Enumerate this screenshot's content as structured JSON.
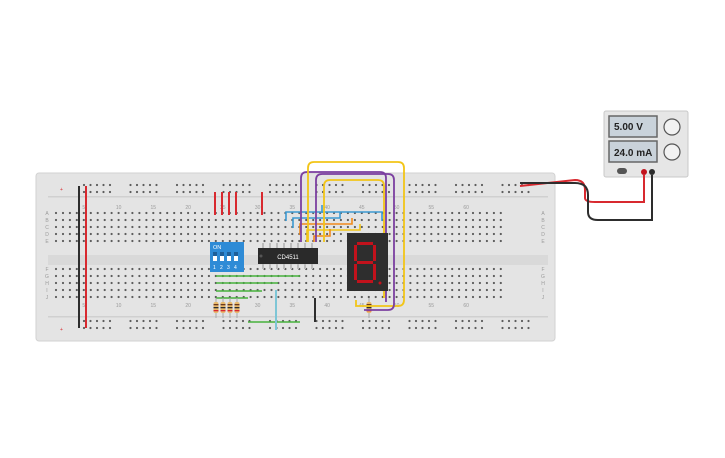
{
  "power_supply": {
    "voltage_readout": "5.00 V",
    "current_readout": "24.0 mA"
  },
  "breadboard": {
    "column_labels": [
      "5",
      "10",
      "15",
      "20",
      "25",
      "30",
      "35",
      "40",
      "45",
      "50",
      "55",
      "60"
    ],
    "row_labels_top": [
      "A",
      "B",
      "C",
      "D",
      "E"
    ],
    "row_labels_bottom": [
      "F",
      "G",
      "H",
      "I",
      "J"
    ]
  },
  "dip_switch": {
    "on_label": "ON",
    "position_labels": [
      "1",
      "2",
      "3",
      "4"
    ]
  },
  "chip": {
    "label": "CD4511"
  },
  "colors": {
    "red_wire": "#d8292f",
    "black_wire": "#2d2d2d",
    "yellow_wire": "#f2c518",
    "purple_wire": "#7b3fa0",
    "orange_wire": "#f08a1c",
    "blue_wire": "#3c9ad2",
    "light_blue_wire": "#7ec6d6",
    "green_wire": "#46b23d",
    "dip_blue": "#2e8bd6",
    "display_segment": "#c2121c"
  }
}
